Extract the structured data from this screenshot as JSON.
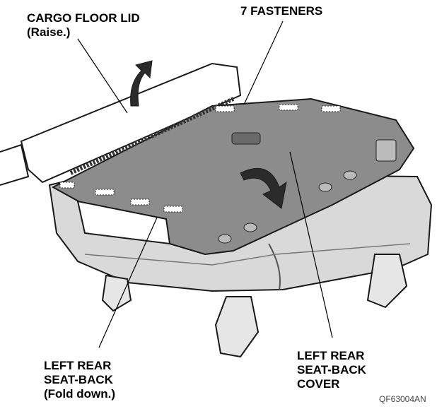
{
  "labels": {
    "cargo_floor_lid": {
      "line1": "CARGO FLOOR LID",
      "line2": "(Raise.)"
    },
    "fasteners": {
      "text": "7 FASTENERS"
    },
    "seat_back": {
      "line1": "LEFT REAR",
      "line2": "SEAT-BACK",
      "line3": "(Fold down.)"
    },
    "seat_back_cover": {
      "line1": "LEFT REAR",
      "line2": "SEAT-BACK",
      "line3": "COVER"
    }
  },
  "figure_code": "QF63004AN",
  "colors": {
    "seat_fill": "#d9d9d9",
    "seatback_fill": "#8c8c8c",
    "outline": "#1a1a1a",
    "arrow_fill": "#2b2b2b"
  },
  "icons": [
    "raise-arrow-icon",
    "fold-down-arrow-icon"
  ]
}
